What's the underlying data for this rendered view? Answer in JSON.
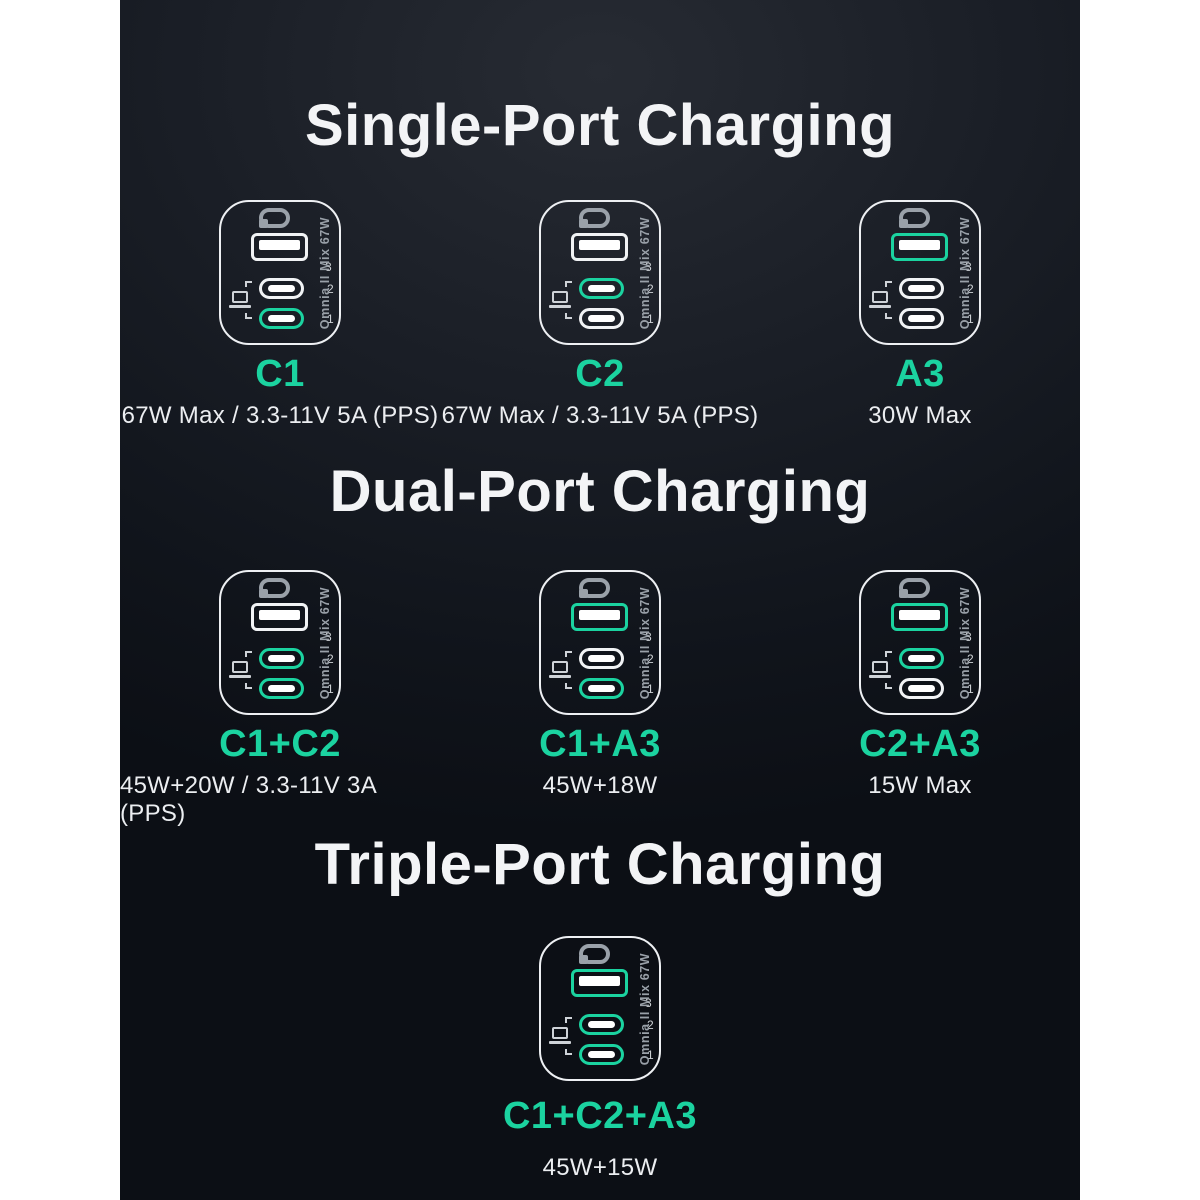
{
  "device": {
    "vertical_label": "Omnia II Mix 67W",
    "port_numbers": [
      "3",
      "2",
      "1"
    ]
  },
  "colors": {
    "accent_green": "#1bd3a0",
    "panel_background": "#12161d",
    "title_color": "#f3f4f6"
  },
  "sections": [
    {
      "title": "Single-Port Charging",
      "chargers": [
        {
          "label": "C1",
          "spec": "67W Max /  3.3-11V 5A (PPS)",
          "active_ports": [
            "C1"
          ]
        },
        {
          "label": "C2",
          "spec": "67W Max /  3.3-11V 5A (PPS)",
          "active_ports": [
            "C2"
          ]
        },
        {
          "label": "A3",
          "spec": "30W Max",
          "active_ports": [
            "A3"
          ]
        }
      ]
    },
    {
      "title": "Dual-Port Charging",
      "chargers": [
        {
          "label": "C1+C2",
          "spec": "45W+20W  /  3.3-11V 3A (PPS)",
          "active_ports": [
            "C1",
            "C2"
          ]
        },
        {
          "label": "C1+A3",
          "spec": "45W+18W",
          "active_ports": [
            "C1",
            "A3"
          ]
        },
        {
          "label": "C2+A3",
          "spec": "15W Max",
          "active_ports": [
            "C2",
            "A3"
          ]
        }
      ]
    },
    {
      "title": "Triple-Port Charging",
      "chargers": [
        {
          "label": "C1+C2+A3",
          "spec": "45W+15W",
          "active_ports": [
            "C1",
            "C2",
            "A3"
          ]
        }
      ]
    }
  ]
}
